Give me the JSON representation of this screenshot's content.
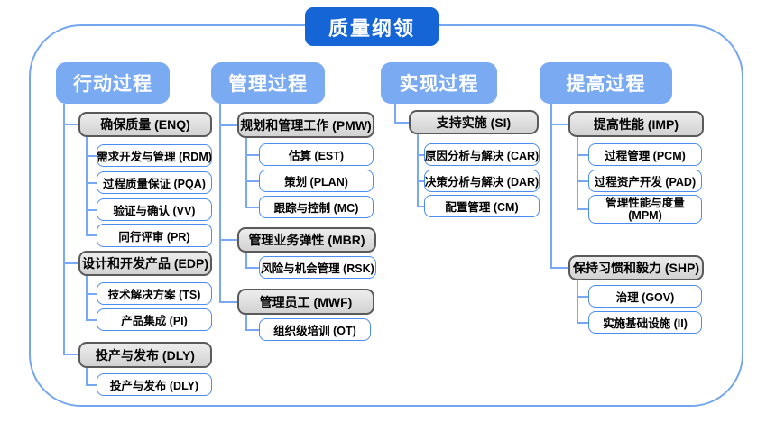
{
  "title": "质量纲领",
  "colors": {
    "title_bg": "#1565d6",
    "header_bg": "#7aabf2",
    "connector": "#79a9f2",
    "frame_border": "#74a7f0",
    "leaf_border": "#4a8df0",
    "group_fill": "#d9d9d9",
    "group_border": "#5a5a5a"
  },
  "columns": [
    {
      "label": "行动过程",
      "groups": [
        {
          "label": "确保质量 (ENQ)",
          "children": [
            "需求开发与管理 (RDM)",
            "过程质量保证 (PQA)",
            "验证与确认 (VV)",
            "同行评审 (PR)"
          ]
        },
        {
          "label": "设计和开发产品 (EDP)",
          "children": [
            "技术解决方案 (TS)",
            "产品集成 (PI)"
          ]
        },
        {
          "label": "投产与发布 (DLY)",
          "children": [
            "投产与发布 (DLY)"
          ]
        }
      ]
    },
    {
      "label": "管理过程",
      "groups": [
        {
          "label": "规划和管理工作 (PMW)",
          "children": [
            "估算 (EST)",
            "策划 (PLAN)",
            "跟踪与控制 (MC)"
          ]
        },
        {
          "label": "管理业务弹性 (MBR)",
          "children": [
            "风险与机会管理 (RSK)"
          ]
        },
        {
          "label": "管理员工 (MWF)",
          "children": [
            "组织级培训 (OT)"
          ]
        }
      ]
    },
    {
      "label": "实现过程",
      "groups": [
        {
          "label": "支持实施 (SI)",
          "children": [
            "原因分析与解决 (CAR)",
            "决策分析与解决 (DAR)",
            "配置管理 (CM)"
          ]
        }
      ]
    },
    {
      "label": "提高过程",
      "groups": [
        {
          "label": "提高性能 (IMP)",
          "children": [
            "过程管理 (PCM)",
            "过程资产开发 (PAD)",
            "管理性能与度量 (MPM)"
          ]
        },
        {
          "label": "保持习惯和毅力 (SHP)",
          "children": [
            "治理 (GOV)",
            "实施基础设施 (II)"
          ]
        }
      ]
    }
  ]
}
